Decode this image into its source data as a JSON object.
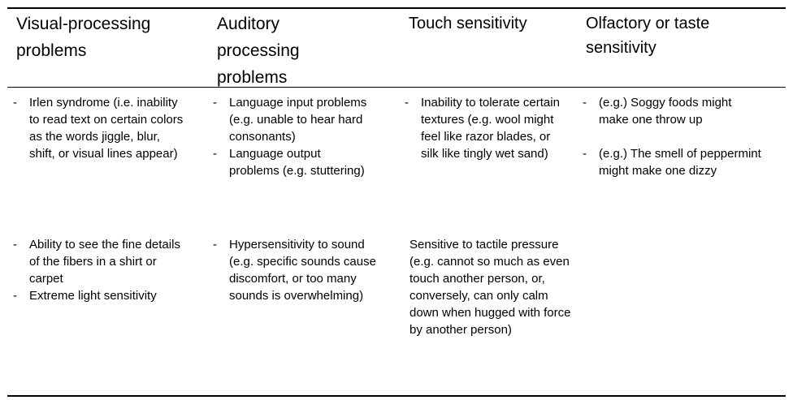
{
  "headers": [
    "Visual-processing problems",
    "Auditory processing problems",
    "Touch sensitivity",
    "Olfactory or taste sensitivity"
  ],
  "rows": [
    {
      "visual": [
        "Irlen syndrome (i.e. inability to read text on certain colors as the words jiggle, blur, shift, or visual lines appear)"
      ],
      "auditory": [
        "Language input problems (e.g. unable to hear hard consonants)",
        "Language output problems (e.g. stuttering)"
      ],
      "touch": [
        "Inability to tolerate certain textures (e.g. wool might feel like razor blades, or silk like tingly wet sand)"
      ],
      "olfactory": [
        "(e.g.) Soggy foods might make one throw up",
        "(e.g.) The smell of peppermint might make one dizzy"
      ]
    },
    {
      "visual": [
        "Ability to see the fine details of the fibers in a shirt or carpet",
        "Extreme light sensitivity"
      ],
      "auditory": [
        "Hypersensitivity to sound (e.g. specific sounds cause discomfort, or too many sounds is overwhelming)"
      ],
      "touch": [
        "Sensitive to tactile pressure (e.g. cannot so much as even touch another person, or, conversely, can only calm down when hugged with force by another person)"
      ],
      "olfactory": []
    }
  ]
}
